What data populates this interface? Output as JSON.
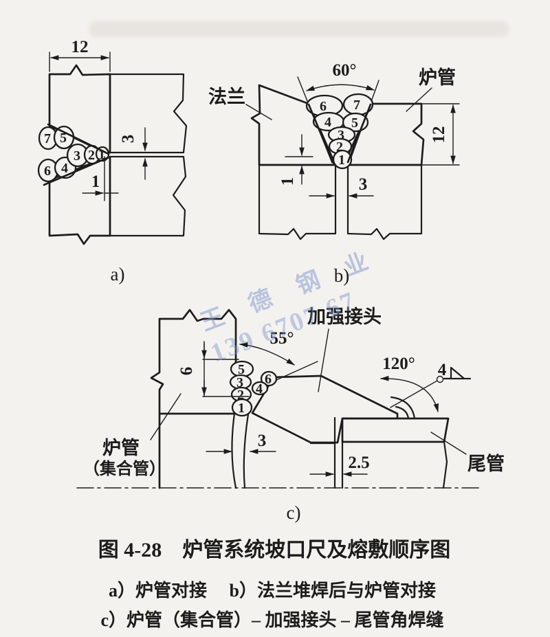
{
  "colors": {
    "paper": "#f4f2ee",
    "ink": "#1c1c1c",
    "watermark": "#7e96cf"
  },
  "watermark": {
    "company": "王 德 钢 业",
    "phone": "139 6707 67"
  },
  "caption": {
    "line1": "图 4-28　炉管系统坡口尺及熔敷顺序图",
    "line2": "a）炉管对接　 b）法兰堆焊后与炉管对接",
    "line3": "c）炉管（集合管）– 加强接头 – 尾管角焊缝"
  },
  "diagram_a": {
    "label": "a)",
    "dim_width": "12",
    "dim_gap": "3",
    "dim_root": "1",
    "beads": [
      "7",
      "5",
      "6",
      "4",
      "3",
      "2",
      "1"
    ]
  },
  "diagram_b": {
    "label": "b)",
    "angle": "60°",
    "part_left": "法兰",
    "part_right": "炉管",
    "dim_depth": "12",
    "dim_gap": "3",
    "dim_root": "1",
    "beads": [
      "6",
      "7",
      "4",
      "5",
      "3",
      "2",
      "1"
    ]
  },
  "diagram_c": {
    "label": "c)",
    "angle_groove": "55°",
    "angle_fillet": "120°",
    "part_joint": "加强接头",
    "part_tube1": "炉管",
    "part_tube2": "（集合管）",
    "part_tail": "尾管",
    "dim_depth": "6",
    "dim_gap": "3",
    "dim_clearance": "2.5",
    "dim_fillet": "4",
    "beads": [
      "5",
      "3",
      "2",
      "1",
      "6",
      "4"
    ]
  }
}
